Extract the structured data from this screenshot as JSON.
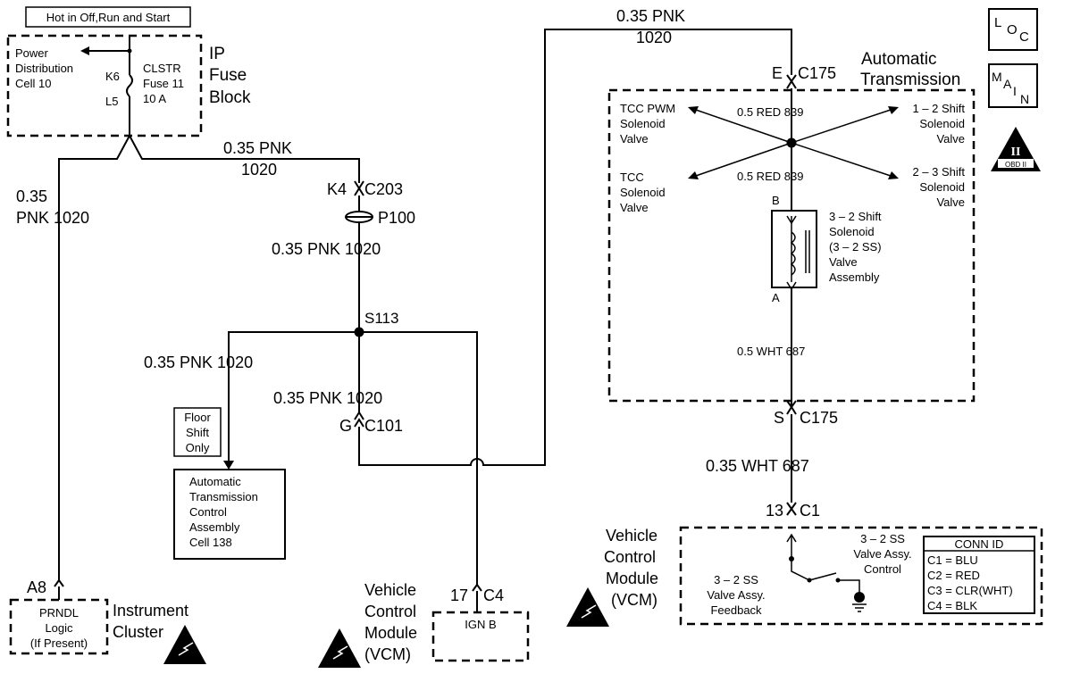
{
  "header": {
    "hot_note": "Hot in Off,Run and Start"
  },
  "fuse_block": {
    "name_line1": "IP",
    "name_line2": "Fuse",
    "name_line3": "Block",
    "power_line1": "Power",
    "power_line2": "Distribution",
    "power_line3": "Cell 10",
    "fuse_line1": "CLSTR",
    "fuse_line2": "Fuse 11",
    "fuse_line3": "10 A",
    "pin_top": "K6",
    "pin_bottom": "L5"
  },
  "wires": {
    "pnk_size": "0.35 PNK",
    "pnk_circuit": "1020",
    "left_size": "0.35",
    "left_color_circuit": "PNK 1020",
    "pnk_full": "0.35 PNK 1020",
    "red_label": "0.5 RED 839",
    "wht_label": "0.5 WHT 687",
    "wht_035": "0.35 WHT 687"
  },
  "connectors": {
    "k4": "K4",
    "c203": "C203",
    "p100": "P100",
    "s113": "S113",
    "g": "G",
    "c101": "C101",
    "e": "E",
    "c175_top": "C175",
    "s": "S",
    "c175_bottom": "C175",
    "pin13": "13",
    "c1": "C1",
    "a8": "A8",
    "pin17": "17",
    "c4": "C4",
    "b": "B",
    "a": "A"
  },
  "automatic_transmission": {
    "title_line1": "Automatic",
    "title_line2": "Transmission",
    "tcc_pwm": [
      "TCC PWM",
      "Solenoid",
      "Valve"
    ],
    "tcc": [
      "TCC",
      "Solenoid",
      "Valve"
    ],
    "shift12": [
      "1 – 2 Shift",
      "Solenoid",
      "Valve"
    ],
    "shift23": [
      "2 – 3 Shift",
      "Solenoid",
      "Valve"
    ],
    "shift32": [
      "3 – 2 Shift",
      "Solenoid",
      "(3 – 2 SS)",
      "Valve",
      "Assembly"
    ]
  },
  "floor_shift": [
    "Floor",
    "Shift",
    "Only"
  ],
  "tcm": [
    "Automatic",
    "Transmission",
    "Control",
    "Assembly",
    "Cell 138"
  ],
  "instrument_cluster": {
    "prndl": [
      "PRNDL",
      "Logic",
      "(If Present)"
    ],
    "name": [
      "Instrument",
      "Cluster"
    ]
  },
  "vcm_left": {
    "name": [
      "Vehicle",
      "Control",
      "Module",
      "(VCM)"
    ],
    "ign": "IGN B"
  },
  "vcm_right": {
    "name": [
      "Vehicle",
      "Control",
      "Module",
      "(VCM)"
    ],
    "control": [
      "3 – 2 SS",
      "Valve Assy.",
      "Control"
    ],
    "feedback": [
      "3 – 2 SS",
      "Valve Assy.",
      "Feedback"
    ]
  },
  "conn_id": {
    "title": "CONN ID",
    "rows": [
      "C1  =  BLU",
      "C2  =  RED",
      "C3  =  CLR(WHT)",
      "C4  =  BLK"
    ]
  },
  "badges": {
    "loc": [
      "L",
      "O",
      "C"
    ],
    "main": [
      "M",
      "A",
      "I",
      "N"
    ],
    "obd": "OBD II",
    "obd_roman": "II"
  }
}
